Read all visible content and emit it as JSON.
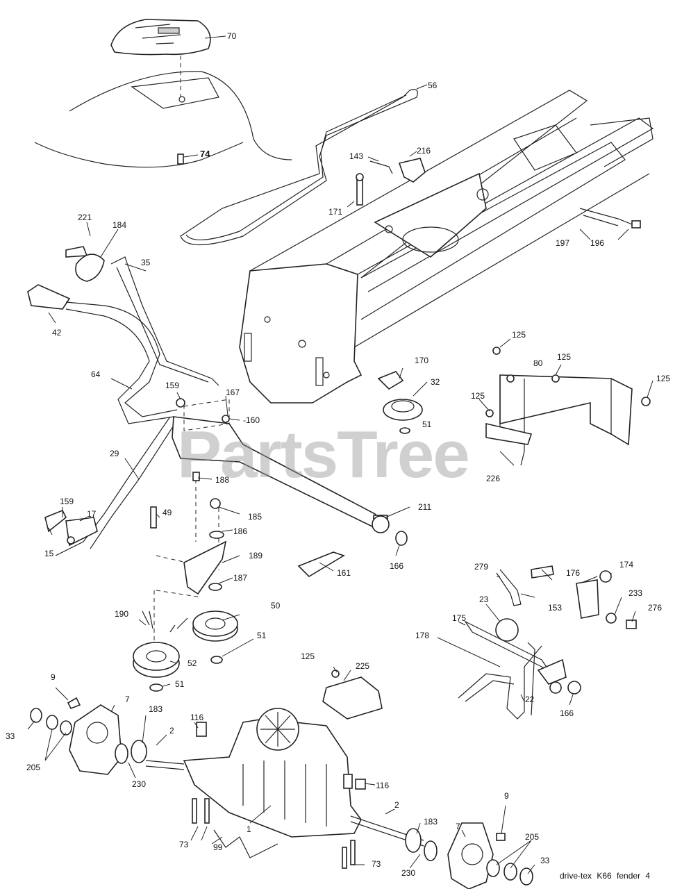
{
  "watermark": "PartsTree",
  "caption": "drive-tex K66 fender 4",
  "callouts": [
    {
      "id": "70",
      "text": "70"
    },
    {
      "id": "74",
      "text": "74"
    },
    {
      "id": "56",
      "text": "56"
    },
    {
      "id": "143",
      "text": "143"
    },
    {
      "id": "216",
      "text": "216"
    },
    {
      "id": "171",
      "text": "171"
    },
    {
      "id": "197",
      "text": "197"
    },
    {
      "id": "196",
      "text": "196"
    },
    {
      "id": "221",
      "text": "221"
    },
    {
      "id": "184",
      "text": "184"
    },
    {
      "id": "35",
      "text": "35"
    },
    {
      "id": "42",
      "text": "42"
    },
    {
      "id": "64",
      "text": "64"
    },
    {
      "id": "159a",
      "text": "159"
    },
    {
      "id": "167",
      "text": "167"
    },
    {
      "id": "160",
      "text": "-160"
    },
    {
      "id": "170",
      "text": "170"
    },
    {
      "id": "32",
      "text": "32"
    },
    {
      "id": "51a",
      "text": "51"
    },
    {
      "id": "125a",
      "text": "125"
    },
    {
      "id": "80",
      "text": "80"
    },
    {
      "id": "125b",
      "text": "125"
    },
    {
      "id": "125c",
      "text": "125"
    },
    {
      "id": "125d",
      "text": "125"
    },
    {
      "id": "226",
      "text": "226"
    },
    {
      "id": "29",
      "text": "29"
    },
    {
      "id": "188",
      "text": "188"
    },
    {
      "id": "185",
      "text": "185"
    },
    {
      "id": "211",
      "text": "211"
    },
    {
      "id": "159b",
      "text": "159"
    },
    {
      "id": "49",
      "text": "49"
    },
    {
      "id": "186",
      "text": "186"
    },
    {
      "id": "17",
      "text": "17"
    },
    {
      "id": "189",
      "text": "189"
    },
    {
      "id": "15",
      "text": "15"
    },
    {
      "id": "166a",
      "text": "166"
    },
    {
      "id": "161",
      "text": "161"
    },
    {
      "id": "187",
      "text": "187"
    },
    {
      "id": "279",
      "text": "279"
    },
    {
      "id": "176",
      "text": "176"
    },
    {
      "id": "174",
      "text": "174"
    },
    {
      "id": "153",
      "text": "153"
    },
    {
      "id": "23",
      "text": "23"
    },
    {
      "id": "233",
      "text": "233"
    },
    {
      "id": "276",
      "text": "276"
    },
    {
      "id": "50",
      "text": "50"
    },
    {
      "id": "190",
      "text": "190"
    },
    {
      "id": "175",
      "text": "175"
    },
    {
      "id": "51b",
      "text": "51"
    },
    {
      "id": "178",
      "text": "178"
    },
    {
      "id": "52",
      "text": "52"
    },
    {
      "id": "125e",
      "text": "125"
    },
    {
      "id": "225",
      "text": "225"
    },
    {
      "id": "51c",
      "text": "51"
    },
    {
      "id": "22",
      "text": "22"
    },
    {
      "id": "166b",
      "text": "166"
    },
    {
      "id": "9a",
      "text": "9"
    },
    {
      "id": "7a",
      "text": "7"
    },
    {
      "id": "183a",
      "text": "183"
    },
    {
      "id": "116a",
      "text": "116"
    },
    {
      "id": "2a",
      "text": "2"
    },
    {
      "id": "33a",
      "text": "33"
    },
    {
      "id": "205a",
      "text": "205"
    },
    {
      "id": "230a",
      "text": "230"
    },
    {
      "id": "116b",
      "text": "116"
    },
    {
      "id": "2b",
      "text": "2"
    },
    {
      "id": "183b",
      "text": "183"
    },
    {
      "id": "9b",
      "text": "9"
    },
    {
      "id": "7b",
      "text": "7"
    },
    {
      "id": "1",
      "text": "1"
    },
    {
      "id": "73a",
      "text": "73"
    },
    {
      "id": "99",
      "text": "99"
    },
    {
      "id": "205b",
      "text": "205"
    },
    {
      "id": "230b",
      "text": "230"
    },
    {
      "id": "73b",
      "text": "73"
    },
    {
      "id": "33b",
      "text": "33"
    }
  ]
}
